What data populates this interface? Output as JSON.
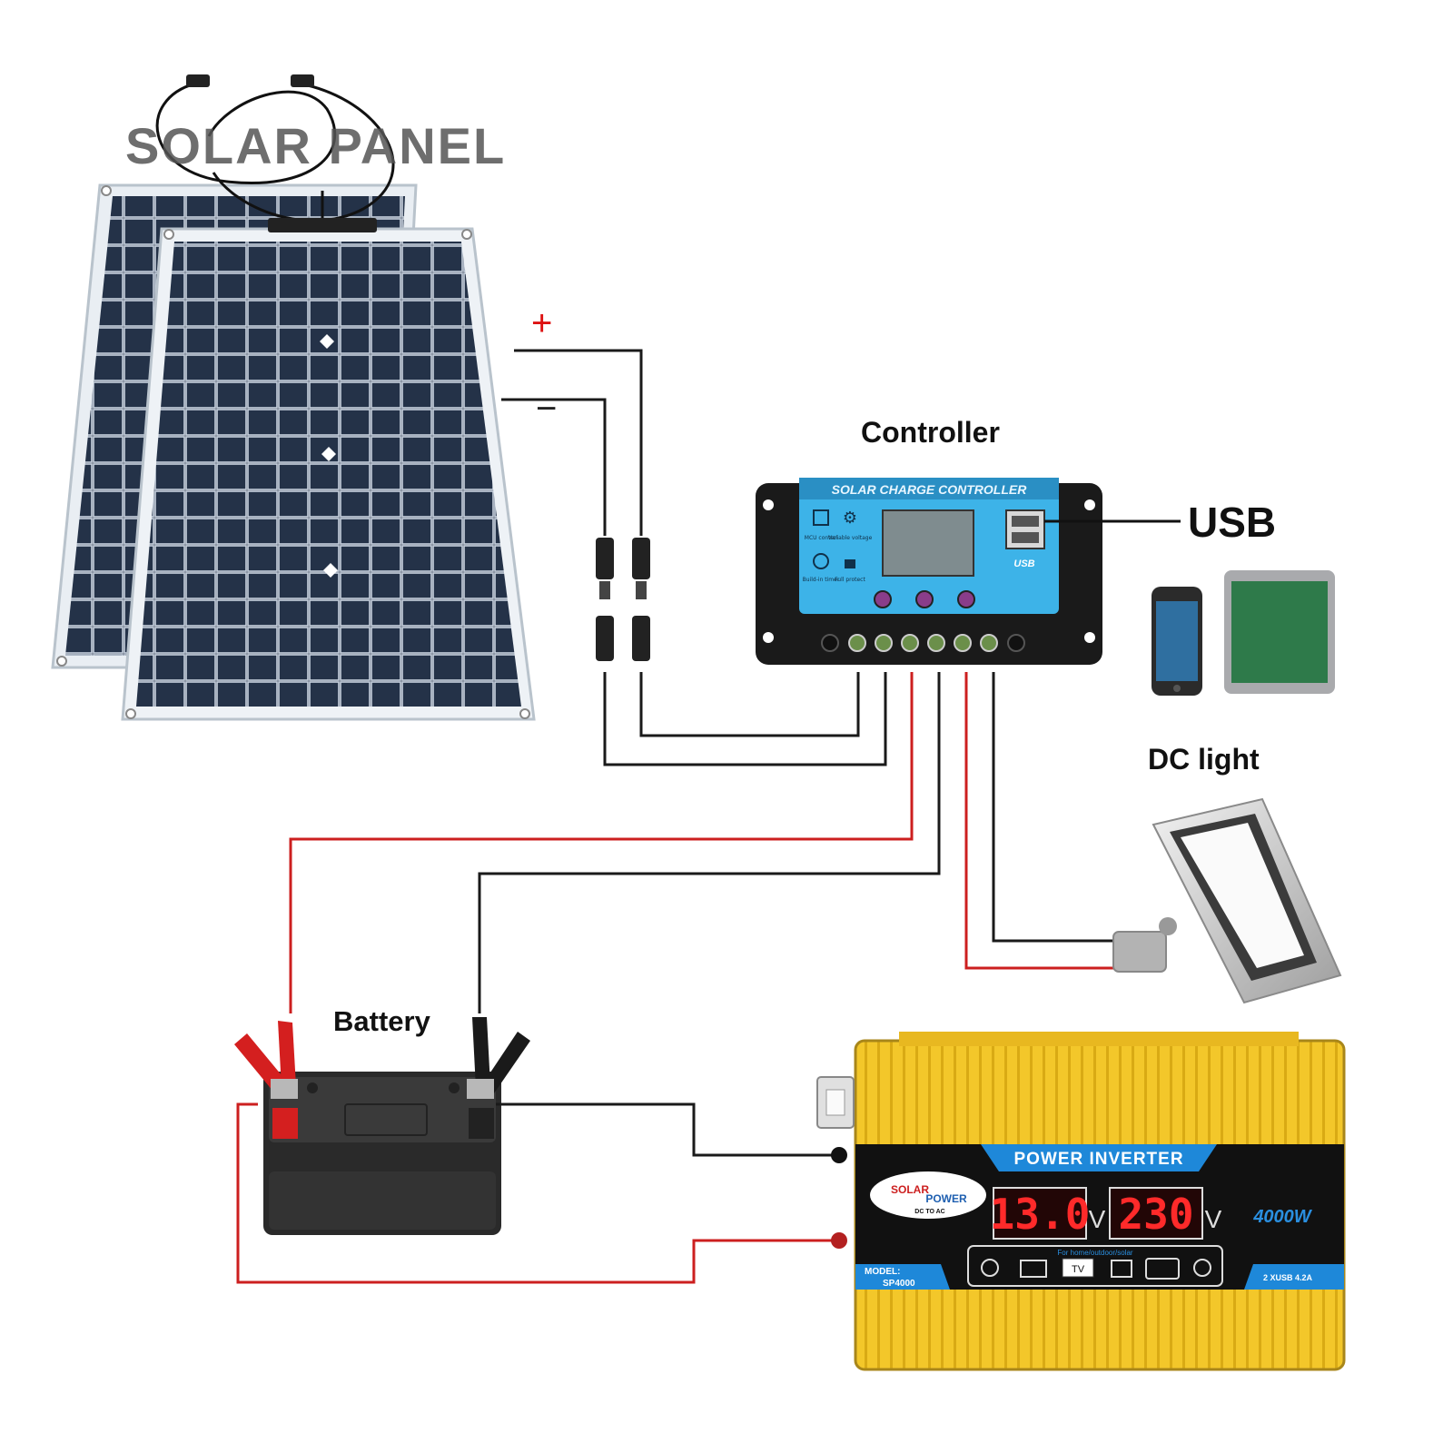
{
  "labels": {
    "solar_panel": "SOLAR PANEL",
    "controller": "Controller",
    "usb": "USB",
    "dc_light": "DC light",
    "battery": "Battery",
    "plus": "+",
    "minus": "−"
  },
  "controller": {
    "title": "SOLAR CHARGE CONTROLLER",
    "icons": [
      "MCU control",
      "Variable voltage",
      "Build-in timer",
      "Full protect"
    ],
    "usb_badge": "USB"
  },
  "inverter": {
    "title": "POWER INVERTER",
    "brand_top": "SOLAR",
    "brand_bottom": "POWER",
    "brand_sub": "DC TO AC",
    "input_voltage": "13.0",
    "output_voltage": "230",
    "unit": "V",
    "power": "4000W",
    "model_label": "MODEL:",
    "model": "SP4000",
    "usage": "For home/outdoor/solar",
    "usb_info": "2 XUSB 4.2A",
    "tv": "TV"
  },
  "colors": {
    "panel_cell": "#1f2a3c",
    "controller_blue": "#3db3e8",
    "inverter_yellow": "#f3c72a",
    "wire_red": "#cc1f1f",
    "wire_black": "#1a1a1a",
    "display_red": "#ff2a2a"
  }
}
